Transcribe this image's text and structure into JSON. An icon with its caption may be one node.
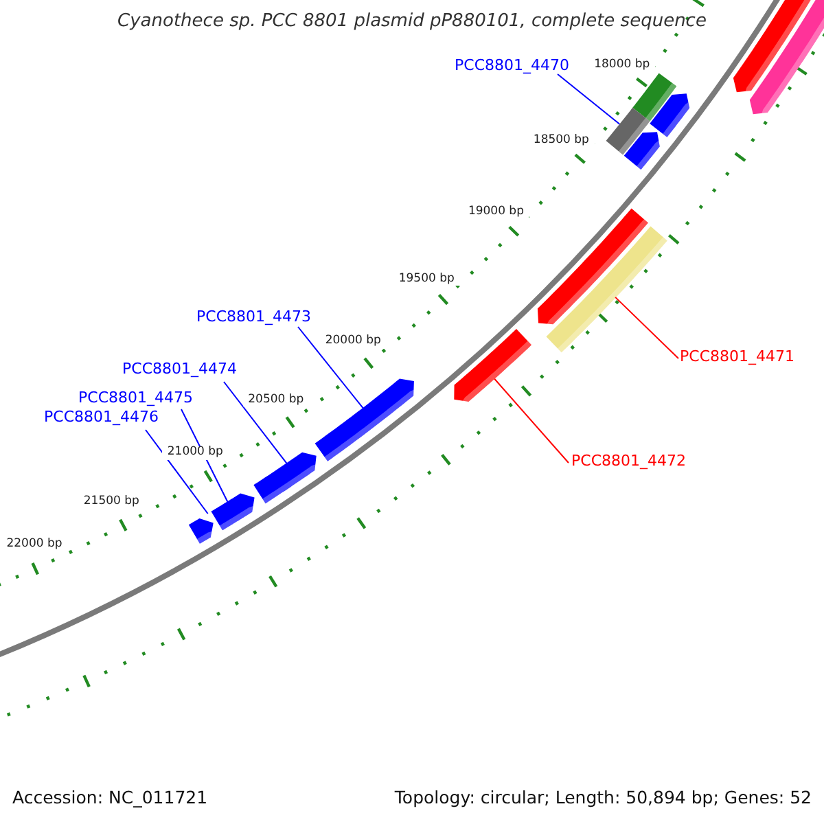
{
  "diagram": {
    "title": "Cyanothece sp. PCC 8801 plasmid pP880101, complete sequence",
    "nodes": [
      {
        "text": [
          "PCC8801_4470"
        ]
      },
      {
        "text": [
          "PCC8801_4471"
        ]
      },
      {
        "text": [
          "PCC8801_4472"
        ]
      },
      {
        "text": [
          "PCC8801_4473"
        ]
      },
      {
        "text": [
          "PCC8801_4474"
        ]
      },
      {
        "text": [
          "PCC8801_4475"
        ]
      },
      {
        "text": [
          "PCC8801_4476"
        ]
      },
      {
        "text": [],
        "shape": "pentagon"
      },
      {
        "text": [],
        "shape": "pentagon"
      },
      {
        "text": [],
        "shape": "bar"
      },
      {
        "text": [],
        "shape": "pentagon"
      },
      {
        "text": [],
        "shape": "bar"
      },
      {
        "text": [],
        "shape": "pentagon"
      },
      {
        "text": [],
        "shape": "pentagon"
      },
      {
        "text": [],
        "shape": "bar"
      },
      {
        "text": [],
        "shape": "pentagon"
      },
      {
        "text": [],
        "shape": "pentagon"
      },
      {
        "text": [],
        "shape": "pentagon"
      },
      {
        "text": [],
        "shape": "pentagon"
      },
      {
        "text": [],
        "shape": "pentagon"
      }
    ],
    "edges": [
      {
        "from": 0,
        "to": 11,
        "arrow": "none"
      },
      {
        "from": 1,
        "to": 14,
        "arrow": "none",
        "color": "#ff0000"
      },
      {
        "from": 2,
        "to": 15,
        "arrow": "none",
        "color": "#ff0000"
      },
      {
        "from": 3,
        "to": 16,
        "arrow": "none"
      },
      {
        "from": 4,
        "to": 17,
        "arrow": "none"
      },
      {
        "from": 5,
        "to": 18,
        "arrow": "none"
      },
      {
        "from": 6,
        "to": 19,
        "arrow": "none"
      }
    ],
    "labels": [
      "18000 bp",
      "18500 bp",
      "19000 bp",
      "19500 bp",
      "20000 bp",
      "20500 bp",
      "21000 bp",
      "21500 bp",
      "22000 bp",
      "Accession: NC_011721",
      "Topology: circular; Length: 50,894 bp; Genes: 52"
    ]
  }
}
